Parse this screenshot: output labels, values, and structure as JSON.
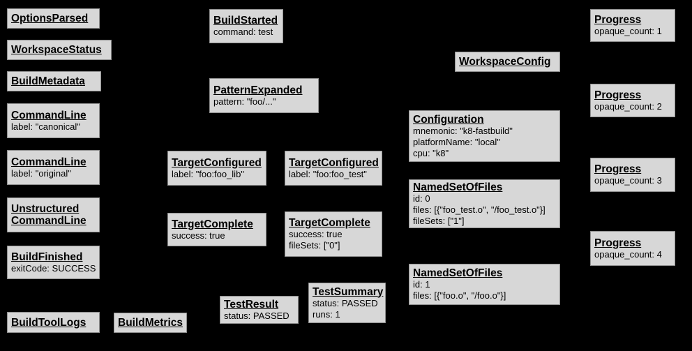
{
  "diagram": {
    "description": "Build event protocol graph of a bazel test invocation",
    "colors": {
      "background": "#000000",
      "node_fill": "#d7d7d7",
      "node_border": "#8f8f8f",
      "node_text": "#000000"
    }
  },
  "nodes": [
    {
      "title": "OptionsParsed",
      "attrs": []
    },
    {
      "title": "WorkspaceStatus",
      "attrs": []
    },
    {
      "title": "BuildMetadata",
      "attrs": []
    },
    {
      "title": "CommandLine",
      "attrs": [
        "label: \"canonical\""
      ]
    },
    {
      "title": "CommandLine",
      "attrs": [
        "label: \"original\""
      ]
    },
    {
      "title": "Unstructured\nCommandLine",
      "attrs": []
    },
    {
      "title": "BuildFinished",
      "attrs": [
        "exitCode: SUCCESS"
      ]
    },
    {
      "title": "BuildToolLogs",
      "attrs": []
    },
    {
      "title": "BuildMetrics",
      "attrs": []
    },
    {
      "title": "BuildStarted",
      "attrs": [
        "command: test"
      ]
    },
    {
      "title": "PatternExpanded",
      "attrs": [
        "pattern: \"foo/...\""
      ]
    },
    {
      "title": "TargetConfigured",
      "attrs": [
        "label: \"foo:foo_lib\""
      ]
    },
    {
      "title": "TargetConfigured",
      "attrs": [
        "label: \"foo:foo_test\""
      ]
    },
    {
      "title": "TargetComplete",
      "attrs": [
        "success: true"
      ]
    },
    {
      "title": "TargetComplete",
      "attrs": [
        "success: true",
        "fileSets: [\"0\"]"
      ]
    },
    {
      "title": "TestResult",
      "attrs": [
        "status: PASSED"
      ]
    },
    {
      "title": "TestSummary",
      "attrs": [
        "status: PASSED",
        "runs: 1"
      ]
    },
    {
      "title": "WorkspaceConfig",
      "attrs": []
    },
    {
      "title": "Configuration",
      "attrs": [
        "mnemonic: \"k8-fastbuild\"",
        "platformName: \"local\"",
        "cpu: \"k8\""
      ]
    },
    {
      "title": "NamedSetOfFiles",
      "attrs": [
        "id: 0",
        "files: [{\"foo_test.o\", \"/foo_test.o\"}]",
        "fileSets: [\"1\"]"
      ]
    },
    {
      "title": "NamedSetOfFiles",
      "attrs": [
        "id: 1",
        "files: [{\"foo.o\", \"/foo.o\"}]"
      ]
    },
    {
      "title": "Progress",
      "attrs": [
        "opaque_count: 1"
      ]
    },
    {
      "title": "Progress",
      "attrs": [
        "opaque_count: 2"
      ]
    },
    {
      "title": "Progress",
      "attrs": [
        "opaque_count: 3"
      ]
    },
    {
      "title": "Progress",
      "attrs": [
        "opaque_count: 4"
      ]
    }
  ]
}
